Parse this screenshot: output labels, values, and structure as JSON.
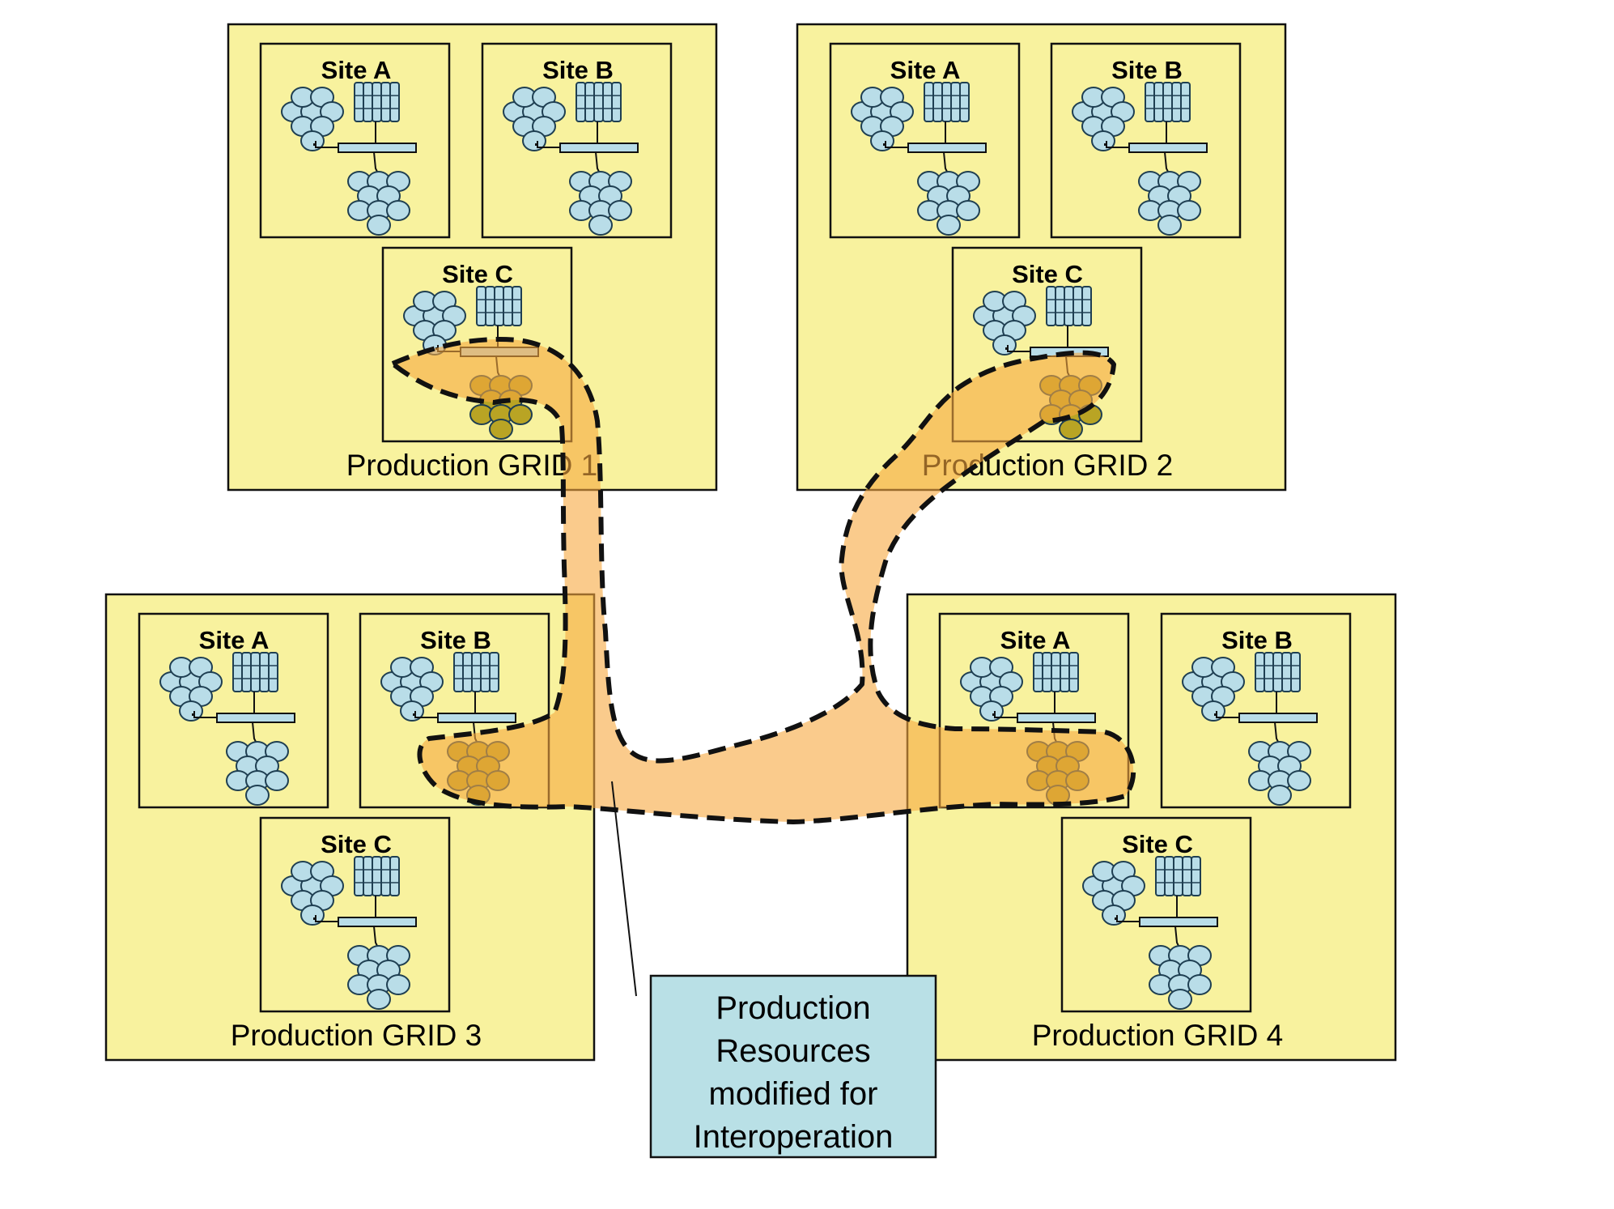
{
  "colors": {
    "grid_fill": "#f8f29e",
    "border": "#111111",
    "resource_fill": "#b9dde8",
    "resource_stroke": "#1f3f52",
    "highlight_fill": "#f7a93f",
    "highlight_opacity": 0.6,
    "modified_fill": "#b9a424",
    "callout_fill": "#b9e0e6"
  },
  "icons": {
    "cluster": "cluster-icon",
    "storage": "storage-array-icon",
    "network": "network-bar-icon"
  },
  "grids": [
    {
      "label": "Production GRID 1",
      "sites": [
        {
          "label": "Site A",
          "modified": false
        },
        {
          "label": "Site B",
          "modified": false
        },
        {
          "label": "Site C",
          "modified": true
        }
      ]
    },
    {
      "label": "Production GRID 2",
      "sites": [
        {
          "label": "Site A",
          "modified": false
        },
        {
          "label": "Site B",
          "modified": false
        },
        {
          "label": "Site C",
          "modified": true
        }
      ]
    },
    {
      "label": "Production GRID 3",
      "sites": [
        {
          "label": "Site A",
          "modified": false
        },
        {
          "label": "Site B",
          "modified": true
        },
        {
          "label": "Site C",
          "modified": false
        }
      ]
    },
    {
      "label": "Production GRID 4",
      "sites": [
        {
          "label": "Site A",
          "modified": true
        },
        {
          "label": "Site B",
          "modified": false
        },
        {
          "label": "Site C",
          "modified": false
        }
      ]
    }
  ],
  "callout": {
    "lines": [
      "Production",
      "Resources",
      "modified for",
      "Interoperation"
    ]
  }
}
